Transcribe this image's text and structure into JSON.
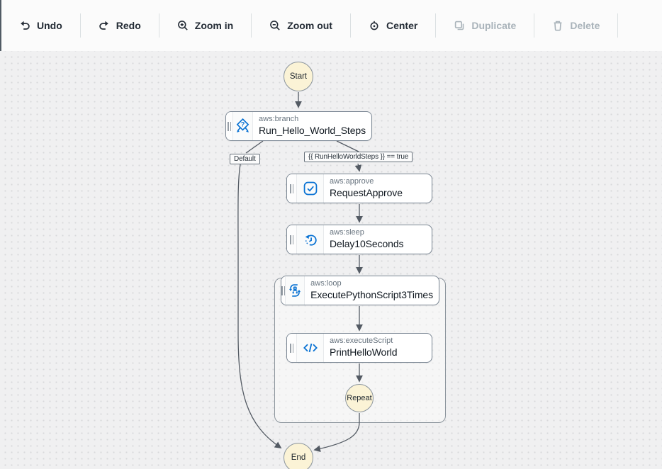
{
  "toolbar": {
    "items": [
      {
        "label": "Undo",
        "icon": "undo-icon",
        "enabled": true
      },
      {
        "label": "Redo",
        "icon": "redo-icon",
        "enabled": true
      },
      {
        "label": "Zoom in",
        "icon": "zoom-in-icon",
        "enabled": true
      },
      {
        "label": "Zoom out",
        "icon": "zoom-out-icon",
        "enabled": true
      },
      {
        "label": "Center",
        "icon": "center-icon",
        "enabled": true
      },
      {
        "label": "Duplicate",
        "icon": "duplicate-icon",
        "enabled": false
      },
      {
        "label": "Delete",
        "icon": "delete-icon",
        "enabled": false
      }
    ]
  },
  "canvas": {
    "terminals": {
      "start": "Start",
      "repeat": "Repeat",
      "end": "End"
    },
    "edge_labels": {
      "default_branch": "Default",
      "condition_branch": "{{ RunHelloWorldSteps }} == true"
    },
    "steps": [
      {
        "type": "aws:branch",
        "name": "Run_Hello_World_Steps",
        "icon": "branch-icon"
      },
      {
        "type": "aws:approve",
        "name": "RequestApprove",
        "icon": "approve-icon"
      },
      {
        "type": "aws:sleep",
        "name": "Delay10Seconds",
        "icon": "sleep-icon"
      },
      {
        "type": "aws:loop",
        "name": "ExecutePythonScript3Times",
        "icon": "loop-icon"
      },
      {
        "type": "aws:executeScript",
        "name": "PrintHelloWorld",
        "icon": "script-icon"
      }
    ],
    "colors": {
      "accent_blue": "#0972d3",
      "terminal_fill": "#fbf3d6",
      "edge": "#545b64",
      "canvas_bg": "#f0f0f1"
    }
  }
}
